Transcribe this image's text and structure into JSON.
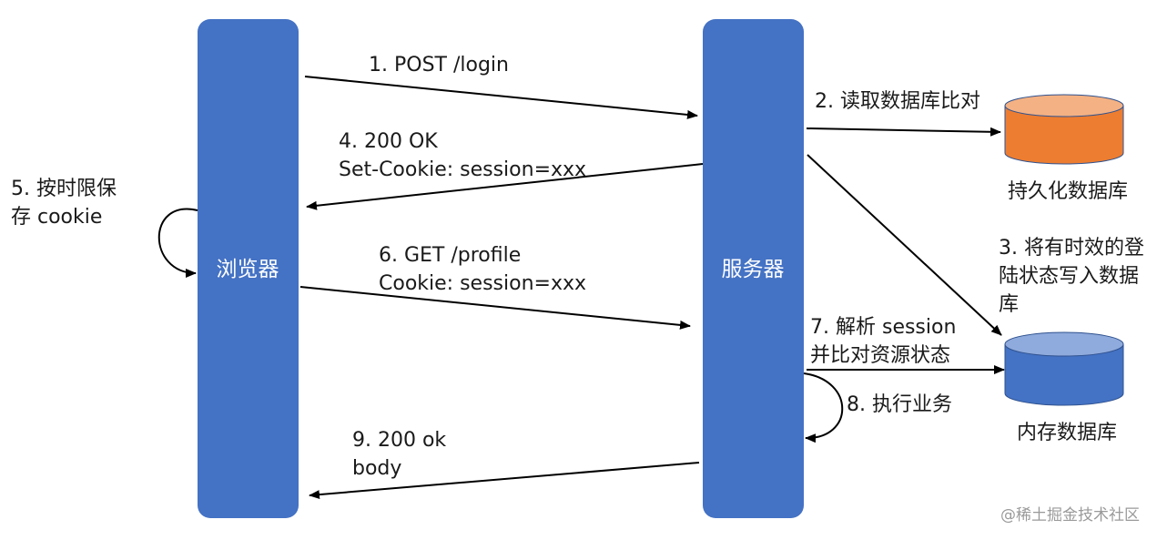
{
  "nodes": {
    "browser": "浏览器",
    "server": "服务器",
    "persistent_db": "持久化数据库",
    "memory_db": "内存数据库"
  },
  "steps": {
    "s1": "1. POST /login",
    "s2": "2. 读取数据库比对",
    "s3_line1": "3. 将有时效的登",
    "s3_line2": "陆状态写入数据",
    "s3_line3": "库",
    "s4_line1": "4. 200 OK",
    "s4_line2": "Set-Cookie: session=xxx",
    "s5_line1": "5. 按时限保",
    "s5_line2": "存 cookie",
    "s6_line1": "6. GET /profile",
    "s6_line2": "Cookie: session=xxx",
    "s7_line1": "7. 解析 session",
    "s7_line2": "并比对资源状态",
    "s8": "8. 执行业务",
    "s9_line1": "9. 200 ok",
    "s9_line2": "body"
  },
  "watermark": "@稀土掘金技术社区",
  "colors": {
    "lifeline": "#4472C4",
    "persistent_db_fill": "#ED7D31",
    "memory_db_fill": "#4472C4",
    "arrow": "#000000"
  }
}
